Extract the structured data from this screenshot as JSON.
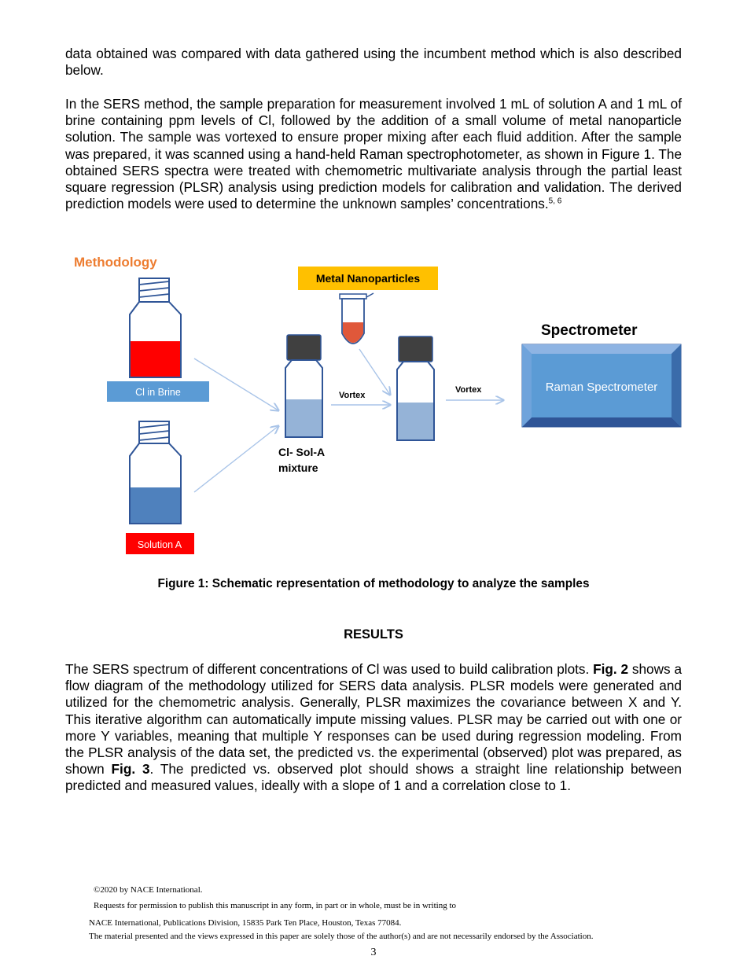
{
  "body": {
    "para_intro": "data obtained was compared with data gathered using the incumbent method which is also described below.",
    "para_sers": "In the SERS method, the sample preparation for measurement involved 1 mL of solution A and 1 mL of brine containing ppm levels of Cl, followed by the addition of a small volume of metal nanoparticle solution.  The sample was vortexed to ensure proper mixing after each fluid addition. After the sample was prepared, it was scanned using a hand-held Raman spectrophotometer, as shown in Figure 1. The obtained SERS spectra were treated with chemometric multivariate analysis through the partial least square regression (PLSR) analysis using prediction models for calibration and validation. The derived prediction models were used to determine the unknown samples’ concentrations.",
    "para_sers_ref": "5, 6",
    "results_heading": "RESULTS",
    "results_part1": "The SERS spectrum of different concentrations of Cl was used to build calibration plots. ",
    "results_fig2": "Fig. 2",
    "results_part2": " shows a flow diagram of the methodology utilized for SERS data analysis.  PLSR models were generated and utilized for the chemometric analysis. Generally, PLSR maximizes the covariance between X and Y. This iterative algorithm can automatically impute missing values. PLSR may be carried out with one or more Y variables, meaning that multiple Y responses can be used during regression modeling. From the PLSR analysis of the data set, the predicted vs. the experimental (observed) plot was prepared, as shown ",
    "results_fig3": "Fig. 3",
    "results_part3": ". The predicted vs. observed plot should shows a straight line relationship between predicted and measured values, ideally with a slope of 1 and a correlation close to 1."
  },
  "figure": {
    "title": "Methodology",
    "nanoparticles_label": "Metal  Nanoparticles",
    "spectrometer_title": "Spectrometer",
    "spectrometer_box_label": "Raman Spectrometer",
    "brine_label": "Cl in Brine",
    "solution_a_label": "Solution A",
    "mixture_label_line1": "Cl- Sol-A",
    "mixture_label_line2": "mixture",
    "vortex_label_1": "Vortex",
    "vortex_label_2": "Vortex",
    "caption": "Figure 1:  Schematic representation of methodology to analyze the samples",
    "colors": {
      "title_orange": "#ED7D31",
      "label_yellow": "#FFC000",
      "brine_blue": "#5B9BD5",
      "solution_red": "#FF0000",
      "liquid_red": "#FF0000",
      "liquid_blue": "#4F81BD",
      "mix_blue": "#95B3D7",
      "vial_outline": "#2F5597",
      "cap_dark": "#404040",
      "nanoparticle_liquid": "#E0583A"
    }
  },
  "footer": {
    "copyright": "©2020 by NACE International.",
    "permission": "Requests for permission to publish this manuscript in any form, in part or in whole, must be in writing to",
    "address": "NACE International, Publications Division, 15835 Park Ten Place, Houston, Texas 77084.",
    "disclaimer": "The material presented and the views expressed in this paper are solely those of the author(s) and are not necessarily endorsed by the Association.",
    "page_number": "3"
  }
}
